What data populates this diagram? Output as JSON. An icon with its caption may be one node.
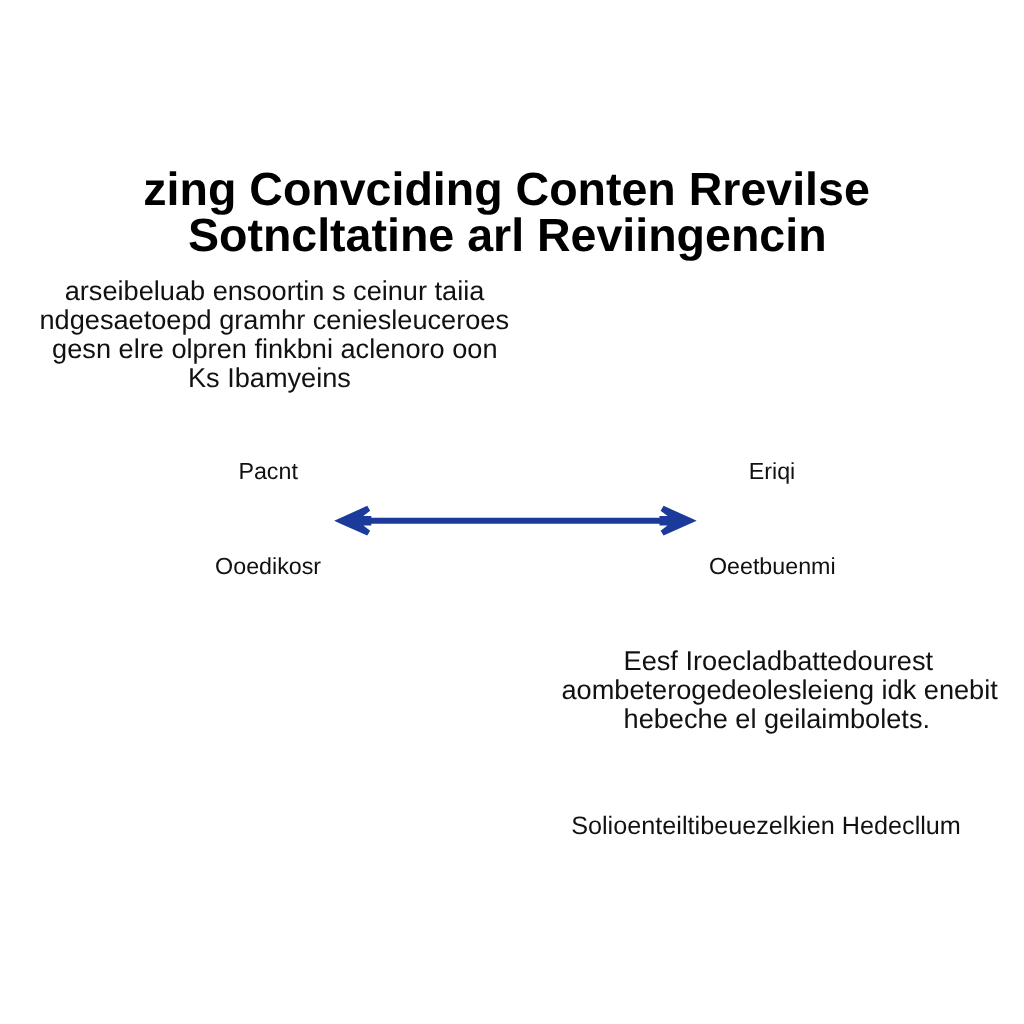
{
  "diagram": {
    "title": "zing Convciding Conten Rrevilse Sotncltatine arl Reviingencin",
    "nodes": [
      {
        "text": [
          "Eriqi"
        ],
        "beside": [
          "Oeetbuenmi"
        ]
      },
      {
        "text": [
          "Pacnt"
        ],
        "beside": [
          "Ooedikosr"
        ]
      }
    ],
    "edges": [
      {
        "from": 0,
        "to": 1,
        "arrow": "both",
        "color": "#1c3a9a"
      }
    ],
    "labels": [
      "arseibeluab ensoortin s ceinur taiia ndgesaetoepd gramhr ceniesleuceroes gesn elre olpren finkbni aclenoro oon Ks Ibamyeins",
      "Eesf Iroecladbattedourest aombeterogedeolesleieng idk enebit hebeche el geilaimbolets.",
      "Solioenteiltibeuezelkien Hedecllum"
    ]
  }
}
